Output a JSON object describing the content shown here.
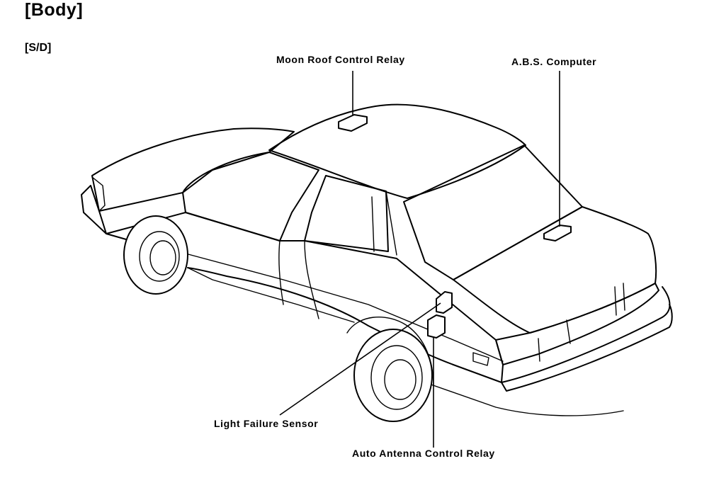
{
  "page": {
    "title": "[Body]",
    "subtitle": "[S/D]"
  },
  "diagram": {
    "subject": "car-body-sedan",
    "callouts": [
      {
        "id": "moon-roof-control-relay",
        "label": "Moon Roof Control Relay"
      },
      {
        "id": "abs-computer",
        "label": "A.B.S. Computer"
      },
      {
        "id": "light-failure-sensor",
        "label": "Light Failure Sensor"
      },
      {
        "id": "auto-antenna-control-relay",
        "label": "Auto Antenna Control Relay"
      }
    ]
  },
  "colors": {
    "ink": "#000000",
    "paper": "#ffffff"
  }
}
